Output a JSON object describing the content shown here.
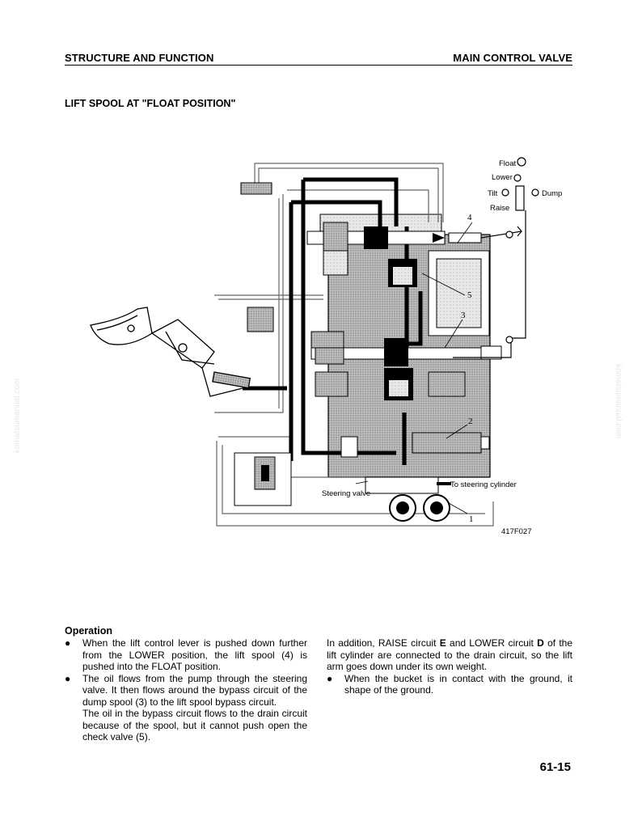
{
  "header": {
    "left": "STRUCTURE AND FUNCTION",
    "right": "MAIN CONTROL VALVE"
  },
  "section_title": "LIFT SPOOL AT \"FLOAT POSITION\"",
  "diagram": {
    "lever_positions": [
      "Float",
      "Lower",
      "Tilt",
      "Dump",
      "Raise"
    ],
    "callouts": [
      "4",
      "5",
      "3",
      "2",
      "1"
    ],
    "steering_valve_label": "Steering valve",
    "steering_cylinder_label": "To steering cylinder",
    "figure_id": "417F027"
  },
  "operation": {
    "heading": "Operation",
    "left_col": {
      "b1": "When the lift control lever is pushed down further from the LOWER position, the lift spool (4) is pushed into the FLOAT position.",
      "b2": "The oil flows from the pump through the steering valve. It then flows around the bypass circuit of the dump spool (3) to the lift spool bypass circuit.",
      "b2_cont": "The oil in the bypass circuit flows to the drain circuit because of the spool, but it cannot push open the check valve (5)."
    },
    "right_col": {
      "p1_a": "In addition, RAISE circuit ",
      "p1_b": "E",
      "p1_c": " and LOWER circuit ",
      "p1_d": "D",
      "p1_e": " of the lift cylinder are connected to the drain circuit, so the lift arm goes down under its own weight.",
      "b3": "When the bucket is in contact with the ground, it shape of the ground."
    },
    "bullet_symbol": "●"
  },
  "page_number": "61-15",
  "watermark": "komatsumanual.com"
}
